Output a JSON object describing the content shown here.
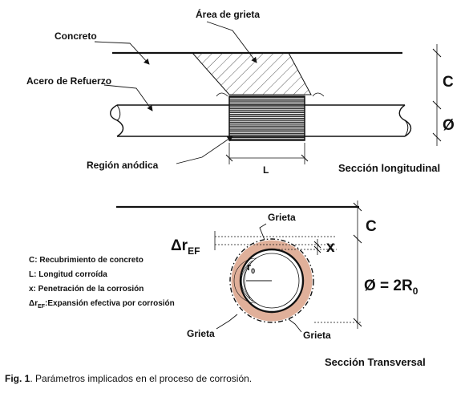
{
  "longitudinal": {
    "crack_area": "Área de grieta",
    "concrete": "Concreto",
    "steel": "Acero de Refuerzo",
    "anodic_region": "Región anódica",
    "length_symbol": "L",
    "cover_symbol": "C",
    "diameter_symbol": "Ø",
    "section_title": "Sección longitudinal"
  },
  "transverse": {
    "crack_top": "Grieta",
    "crack_left": "Grieta",
    "crack_right": "Grieta",
    "delta_r": "Δr",
    "delta_r_sub": "EF",
    "x_symbol": "x",
    "r0": "r",
    "r0_sub": "0",
    "cover_symbol": "C",
    "diameter_eq": "Ø = 2R",
    "diameter_sub": "0",
    "section_title": "Sección Transversal"
  },
  "legend": {
    "c": "C: Recubrimiento de concreto",
    "l": "L: Longitud corroída",
    "x": "x: Penetración de la corrosión",
    "dr_prefix": "Δr",
    "dr_sub": "EF",
    "dr_text": ":Expansión efectiva por corrosión"
  },
  "caption": {
    "label": "Fig. 1",
    "text": ". Parámetros implicados en el proceso de corrosión."
  },
  "colors": {
    "corrosion_ring": "#e0b09a",
    "ink": "#111111"
  }
}
